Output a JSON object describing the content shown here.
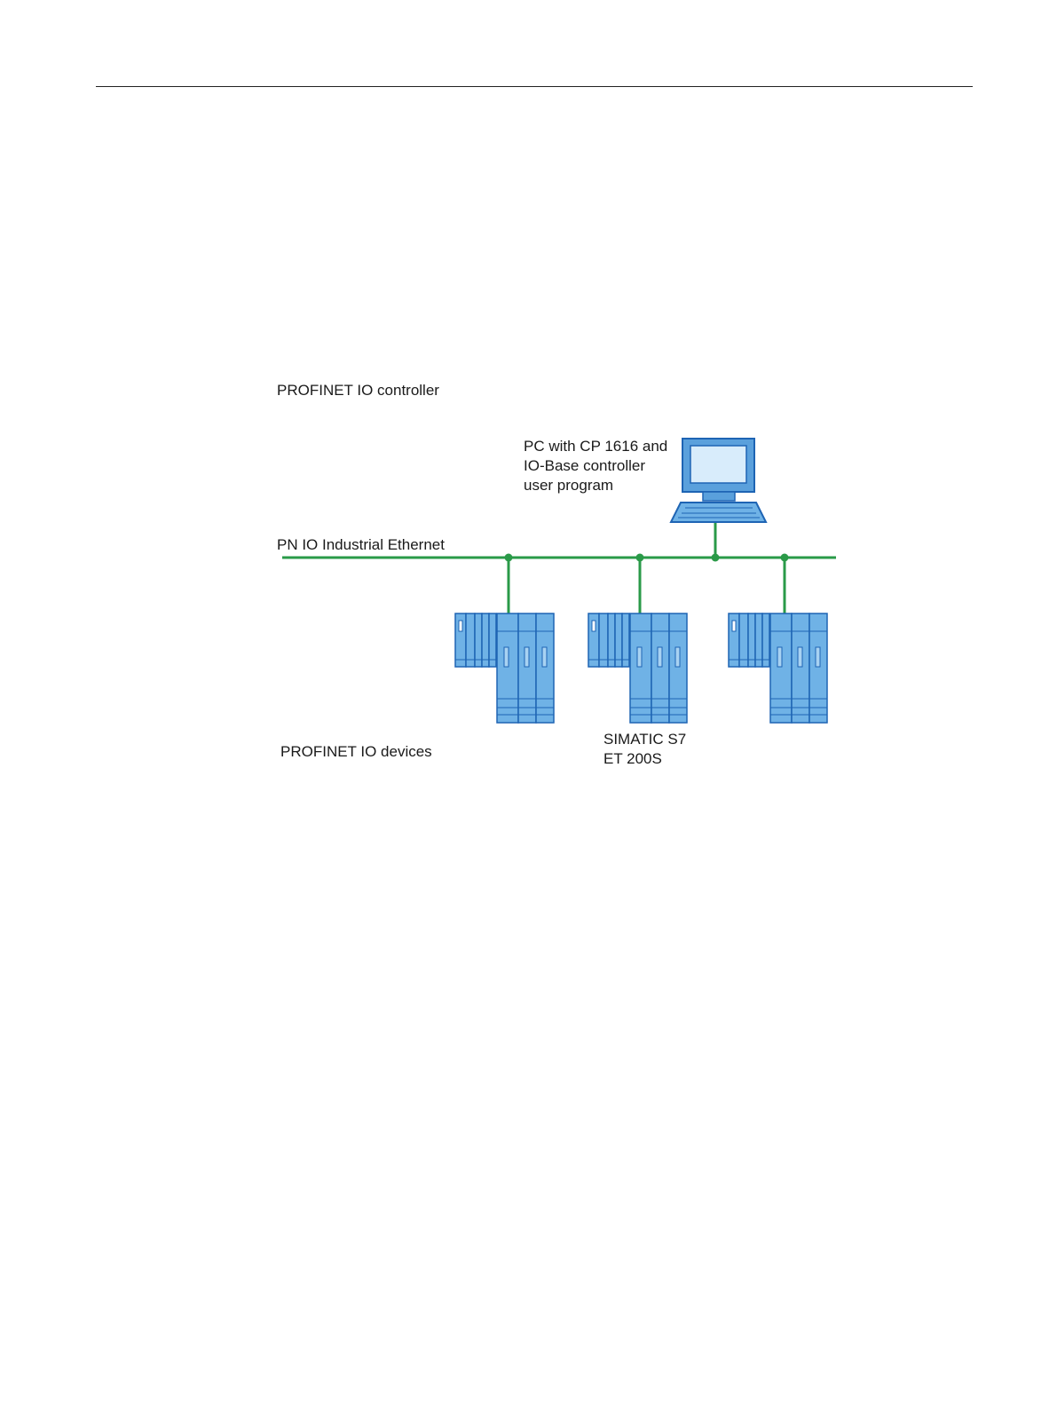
{
  "diagram": {
    "labels": {
      "controller": "PROFINET IO controller",
      "pc_line1": "PC with CP 1616 and",
      "pc_line2": "IO-Base controller",
      "pc_line3": "user program",
      "bus": "PN IO Industrial Ethernet",
      "devices": "PROFINET IO devices",
      "device_line1": "SIMATIC S7",
      "device_line2": "ET 200S"
    },
    "colors": {
      "bus": "#2a9a48",
      "device_fill": "#6fb2e6",
      "device_stroke": "#1e64b4",
      "monitor_screen": "#d8ecfb"
    },
    "icons": [
      "pc-workstation-icon",
      "io-device-icon"
    ]
  }
}
